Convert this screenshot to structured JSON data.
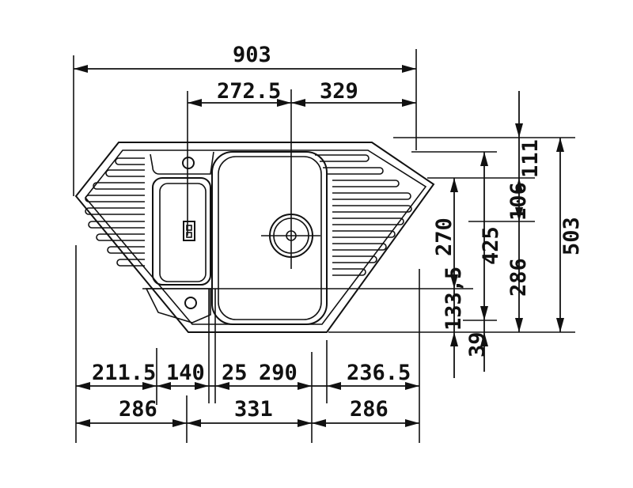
{
  "dimensions": {
    "total_width": "903",
    "left_to_center": "272.5",
    "center_to_right": "329",
    "left_drainer": "211.5",
    "small_bowl": "140",
    "gap": "25",
    "main_bowl": "290",
    "right_drainer": "236.5",
    "bottom_left": "286",
    "bottom_middle": "331",
    "bottom_right": "286",
    "top_offset": "111",
    "upper_offset": "106",
    "total_depth": "503",
    "bowl_depth": "270",
    "overall_425": "425",
    "lower_286": "286",
    "lower_133": "133,5",
    "bottom_39": "39"
  }
}
